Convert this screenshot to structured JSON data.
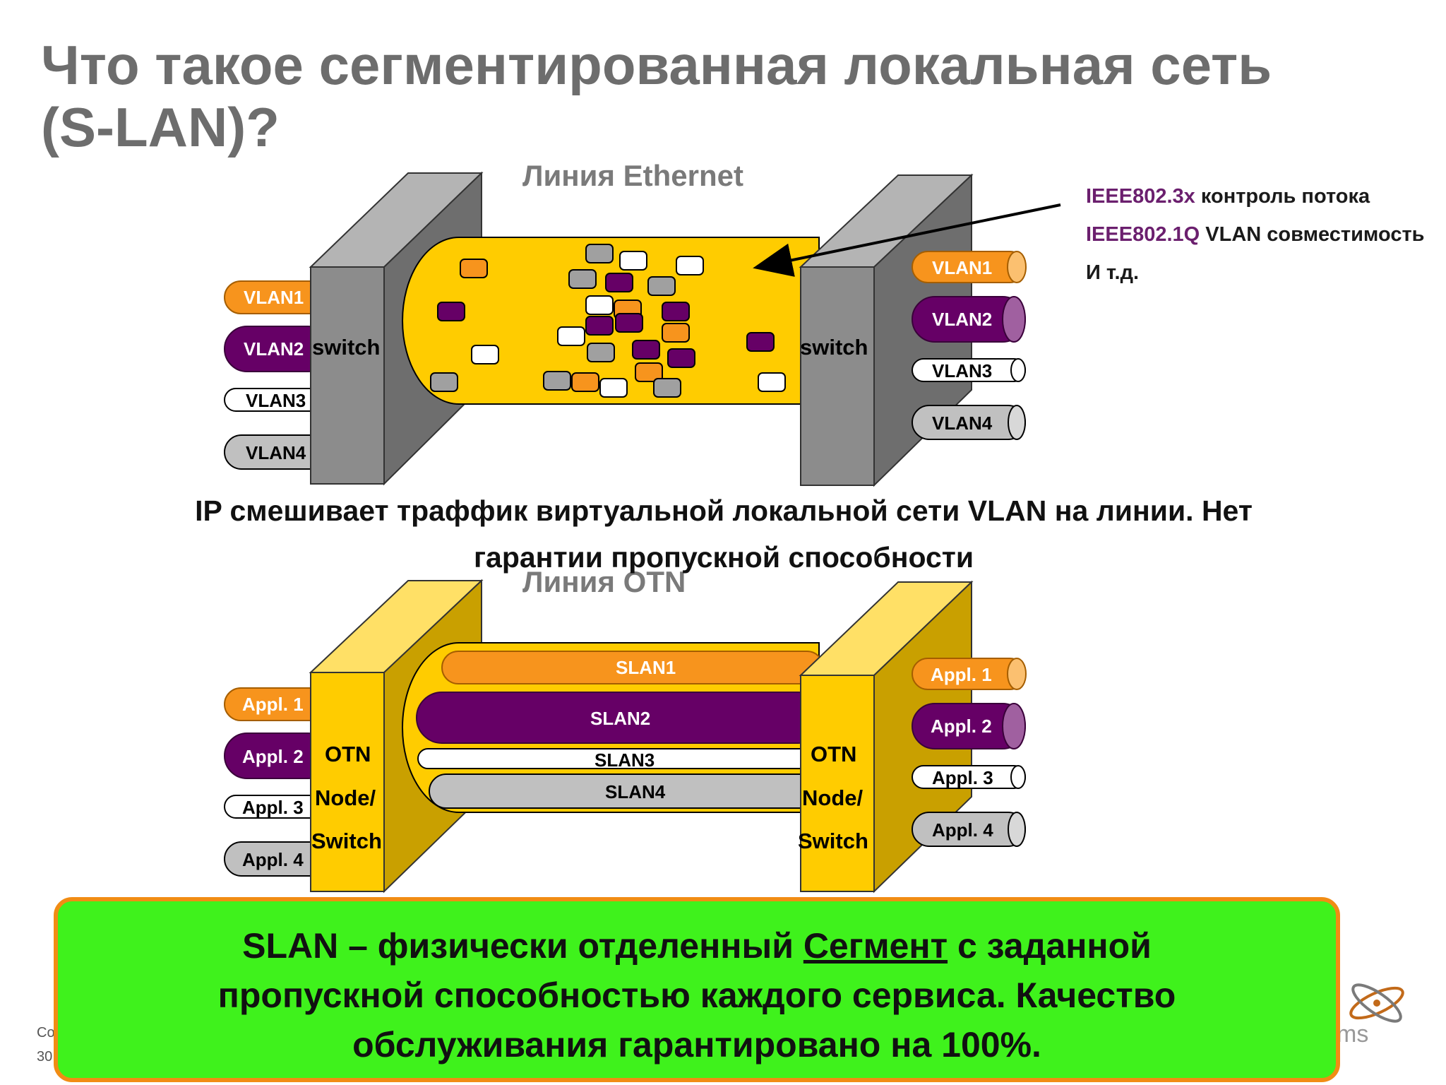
{
  "title_line1": "Что такое сегментированная локальная сеть",
  "title_line2": "(S-LAN)?",
  "ethernet": {
    "line_label": "Линия Ethernet",
    "switch_left": "switch",
    "switch_right": "switch",
    "vlans_left": [
      "VLAN1",
      "VLAN2",
      "VLAN3",
      "VLAN4"
    ],
    "vlans_right": [
      "VLAN1",
      "VLAN2",
      "VLAN3",
      "VLAN4"
    ]
  },
  "notes": [
    {
      "std": "IEEE802.3x",
      "text": " контроль потока"
    },
    {
      "std": "IEEE802.1Q",
      "text": " VLAN совместимость"
    },
    {
      "std": "",
      "text": "И т.д."
    }
  ],
  "caption_line1": "IP смешивает траффик виртуальной локальной сети VLAN на линии. Нет",
  "caption_line2": "гарантии пропускной способности",
  "otn": {
    "line_label": "Линия OTN",
    "node_left": [
      "OTN",
      "Node/",
      "Switch"
    ],
    "node_right": [
      "OTN",
      "Node/",
      "Switch"
    ],
    "apps_left": [
      "Appl. 1",
      "Appl. 2",
      "Appl. 3",
      "Appl. 4"
    ],
    "apps_right": [
      "Appl. 1",
      "Appl. 2",
      "Appl. 3",
      "Appl. 4"
    ],
    "slans": [
      "SLAN1",
      "SLAN2",
      "SLAN3",
      "SLAN4"
    ]
  },
  "summary": {
    "part1": "SLAN – физически отделенный ",
    "underlined": "Сегмент",
    "part2": " с заданной",
    "line2": "пропускной способностью каждого сервиса. Качество",
    "line3": "обслуживания гарантировано на 100%."
  },
  "footer": {
    "line1": "Co",
    "line2": "30"
  },
  "logo_text": "ms",
  "colors": {
    "orange": "#f7941d",
    "purple": "#660066",
    "white": "#ffffff",
    "gray": "#c0c0c0",
    "yellow": "#ffcc00",
    "gold": "#c9a000",
    "switch_gray": "#8c8c8c",
    "green": "#3ff21c",
    "std_purple": "#6b1f6e"
  }
}
